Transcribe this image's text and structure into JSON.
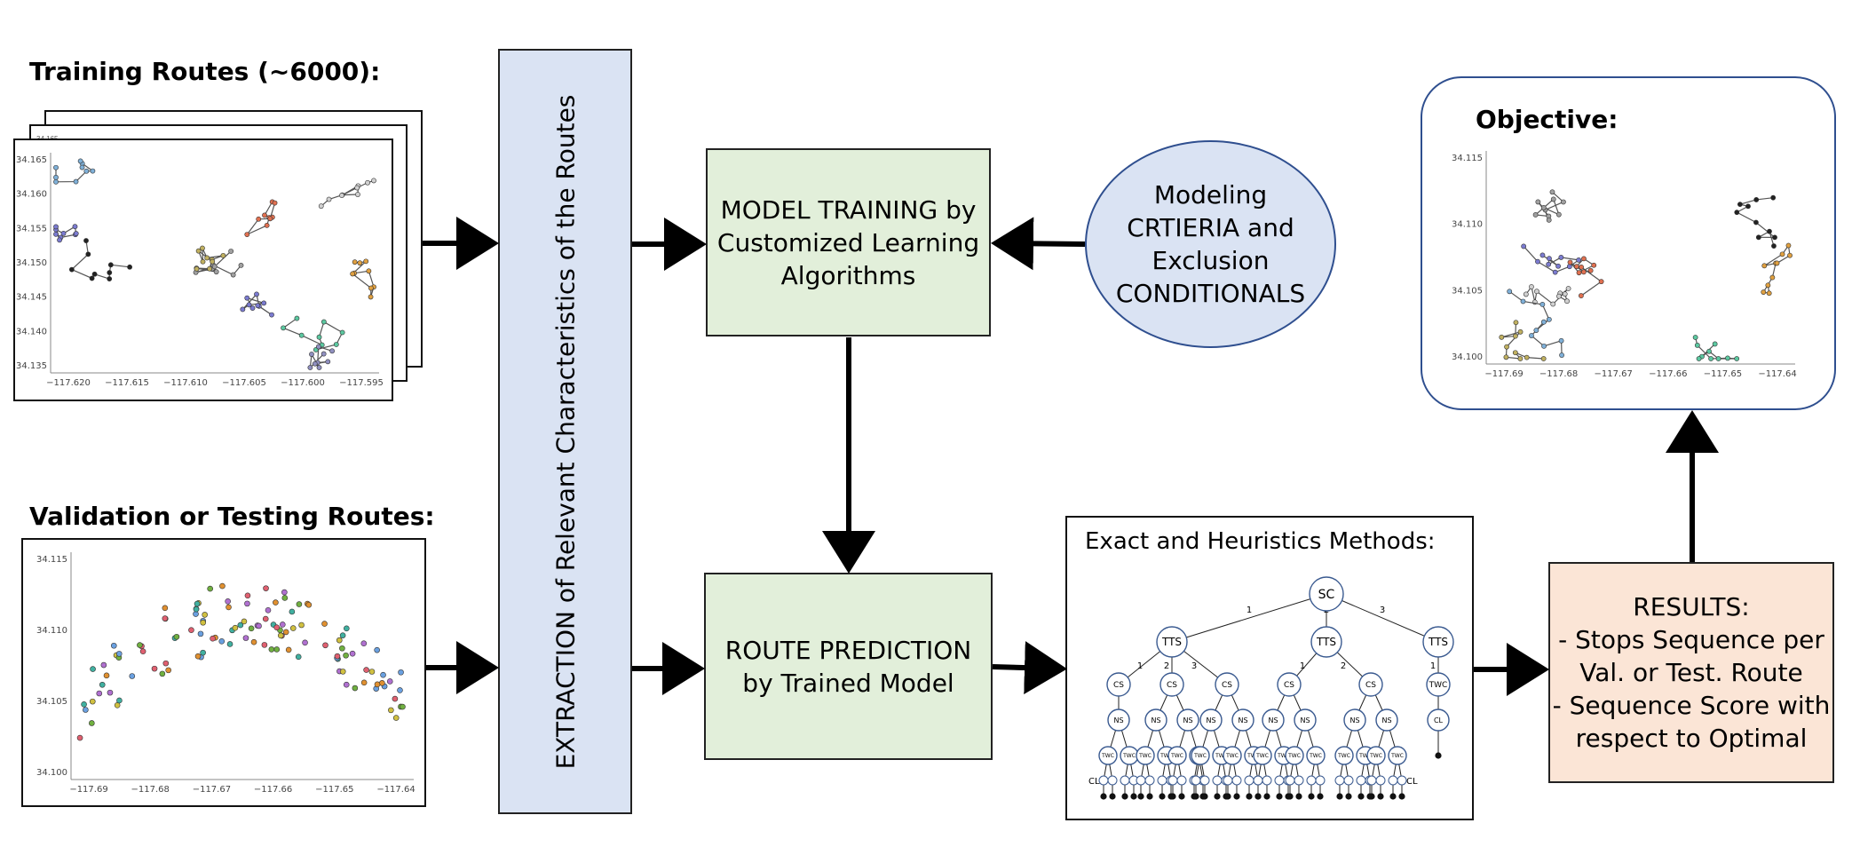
{
  "headings": {
    "training": "Training Routes (~6000):",
    "validation": "Validation or Testing Routes:",
    "objective": "Objective:",
    "methods": "Exact and Heuristics Methods:"
  },
  "extraction_label": "EXTRACTION of Relevant Characteristics of the Routes",
  "model_training": [
    "MODEL TRAINING by",
    "Customized Learning",
    "Algorithms"
  ],
  "modeling_criteria": [
    "Modeling",
    "CRTIERIA and",
    "Exclusion",
    "CONDITIONALS"
  ],
  "route_prediction": [
    "ROUTE PREDICTION",
    "by Trained Model"
  ],
  "results": [
    "RESULTS:",
    "- Stops Sequence per",
    "Val. or Test. Route",
    "- Sequence Score with",
    "respect to Optimal"
  ],
  "training_plot": {
    "y_ticks": [
      "34.165",
      "34.160",
      "34.155",
      "34.150",
      "34.145",
      "34.140",
      "34.135"
    ],
    "x_ticks": [
      "−117.620",
      "−117.615",
      "−117.610",
      "−117.605",
      "−117.600",
      "−117.595"
    ],
    "back_tick": "34.165"
  },
  "validation_plot": {
    "y_ticks": [
      "34.115",
      "34.110",
      "34.105",
      "34.100"
    ],
    "x_ticks": [
      "−117.69",
      "−117.68",
      "−117.67",
      "−117.66",
      "−117.65",
      "−117.64"
    ]
  },
  "objective_plot": {
    "y_ticks": [
      "34.115",
      "34.110",
      "34.105",
      "34.100"
    ],
    "x_ticks": [
      "−117.69",
      "−117.68",
      "−117.67",
      "−117.66",
      "−117.65",
      "−117.64"
    ]
  },
  "tree": {
    "root": "SC",
    "level1": "TTS",
    "cs": "CS",
    "ns": "NS",
    "twc": "TWC",
    "cl": "CL",
    "edge_labels": [
      "1",
      "2",
      "3"
    ]
  },
  "colors": {
    "green_box": "#e2efda",
    "blue_box": "#dae3f3",
    "peach_box": "#fbe5d6",
    "border_dark_blue": "#2f4f8f"
  }
}
